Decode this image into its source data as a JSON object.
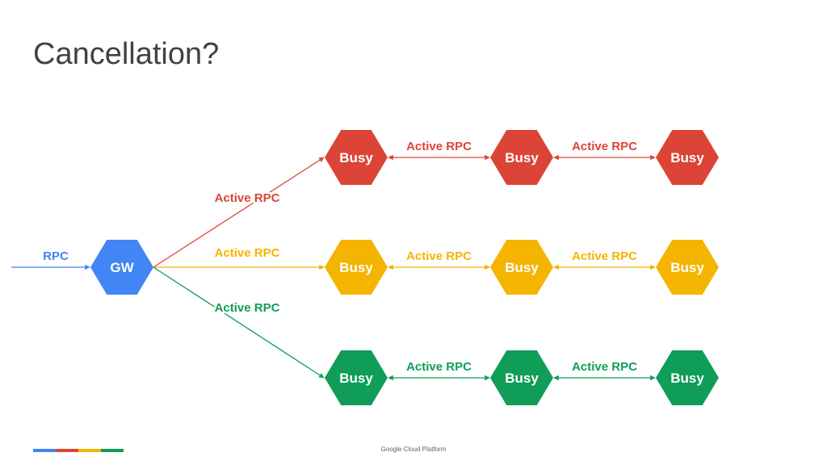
{
  "slide": {
    "title": "Cancellation?",
    "footer": "Google Cloud Platform"
  },
  "colors": {
    "blue": "#4285f4",
    "red": "#db4437",
    "yellow": "#f4b400",
    "green": "#0f9d58",
    "title_text": "#424242"
  },
  "diagram": {
    "incoming_label": "RPC",
    "gateway_label": "GW",
    "branches": [
      {
        "name": "red",
        "color": "#db4437",
        "fan_label": "Active RPC",
        "nodes": [
          "Busy",
          "Busy",
          "Busy"
        ],
        "edge_labels": [
          "Active RPC",
          "Active RPC"
        ]
      },
      {
        "name": "yellow",
        "color": "#f4b400",
        "fan_label": "Active RPC",
        "nodes": [
          "Busy",
          "Busy",
          "Busy"
        ],
        "edge_labels": [
          "Active RPC",
          "Active RPC"
        ]
      },
      {
        "name": "green",
        "color": "#0f9d58",
        "fan_label": "Active RPC",
        "nodes": [
          "Busy",
          "Busy",
          "Busy"
        ],
        "edge_labels": [
          "Active RPC",
          "Active RPC"
        ]
      }
    ]
  },
  "brand_bar": [
    "#4285f4",
    "#db4437",
    "#f4b400",
    "#0f9d58"
  ]
}
